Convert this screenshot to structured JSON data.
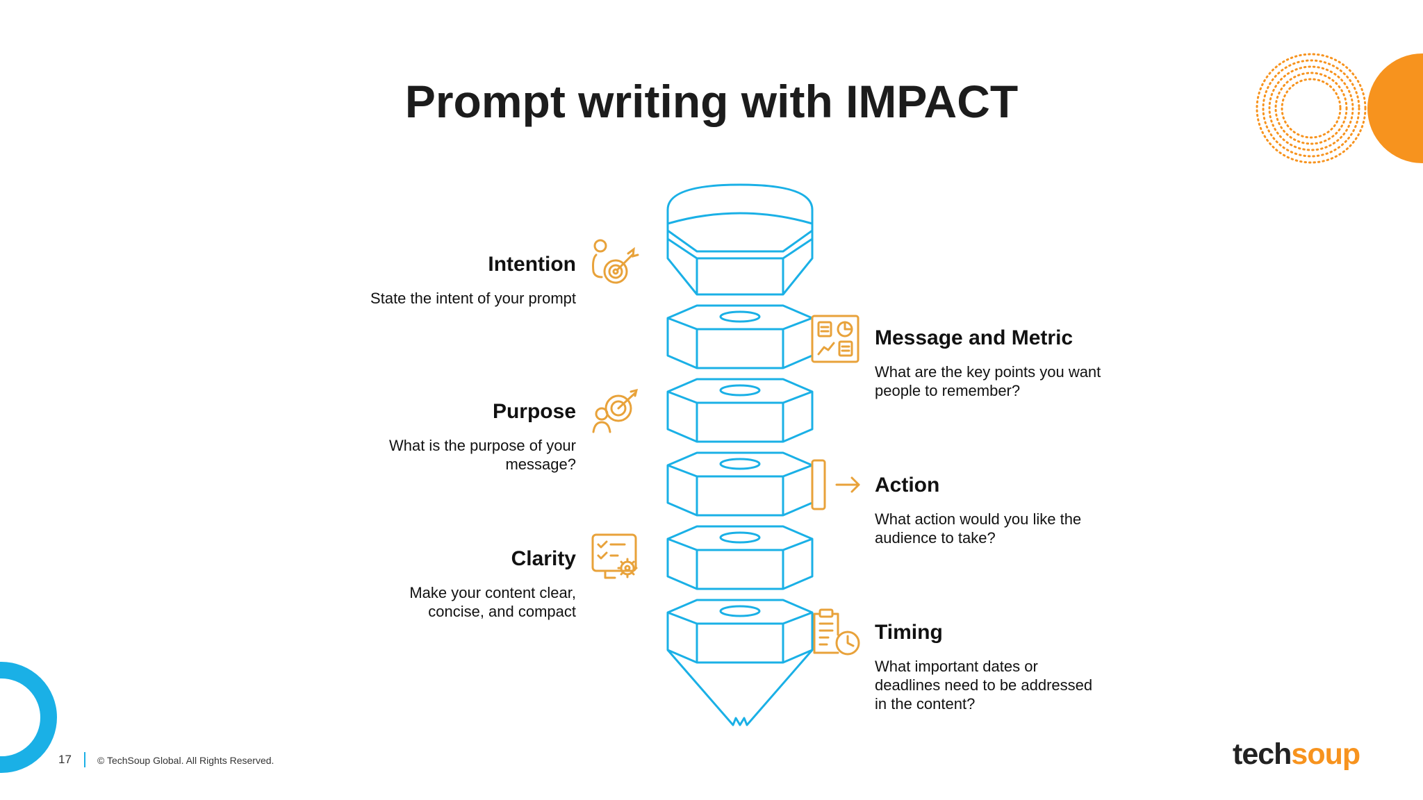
{
  "slide": {
    "title": "Prompt writing with IMPACT",
    "page_number": "17",
    "copyright": "© TechSoup Global. All Rights Reserved.",
    "logo": {
      "part1": "tech",
      "part2": "soup"
    }
  },
  "colors": {
    "accent_orange": "#f7931e",
    "accent_blue": "#1ab0e6",
    "icon_orange": "#e8a23a",
    "text": "#111111"
  },
  "left_items": [
    {
      "title": "Intention",
      "desc": "State the intent of your prompt",
      "icon": "person-target-icon"
    },
    {
      "title": "Purpose",
      "desc": "What is the purpose of your message?",
      "icon": "person-bullseye-icon"
    },
    {
      "title": "Clarity",
      "desc": "Make your content clear, concise, and compact",
      "icon": "checklist-gear-icon"
    }
  ],
  "right_items": [
    {
      "title": "Message and Metric",
      "desc": "What are the key points you want people to remember?",
      "icon": "dashboard-icon"
    },
    {
      "title": "Action",
      "desc": "What action would you like the audience to take?",
      "icon": "arrow-right-icon"
    },
    {
      "title": "Timing",
      "desc": "What important dates or deadlines need to be addressed in the content?",
      "icon": "clipboard-clock-icon"
    }
  ]
}
